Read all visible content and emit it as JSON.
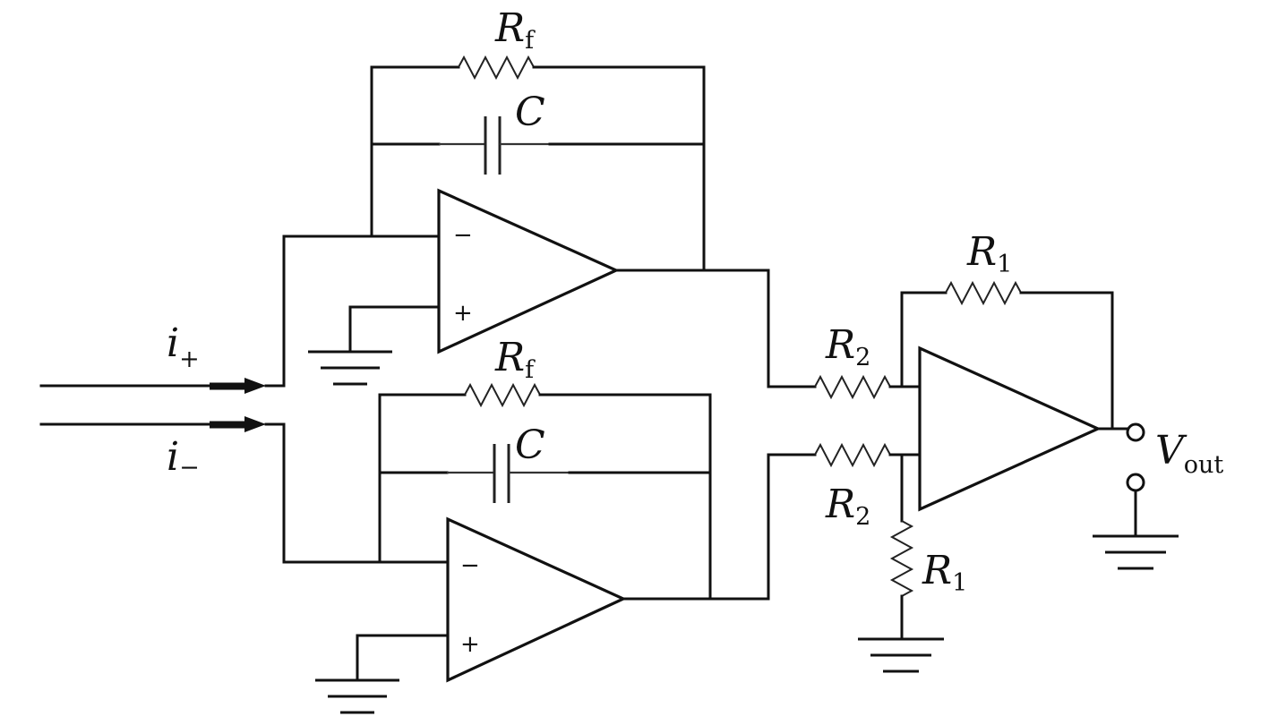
{
  "labels": {
    "rf_top": {
      "main": "R",
      "sub": "f"
    },
    "c_top": "C",
    "rf_bottom": {
      "main": "R",
      "sub": "f"
    },
    "c_bottom": "C",
    "r1_feedback": {
      "main": "R",
      "sub": "1"
    },
    "r2_top": {
      "main": "R",
      "sub": "2"
    },
    "r2_bottom": {
      "main": "R",
      "sub": "2"
    },
    "r1_ground": {
      "main": "R",
      "sub": "1"
    },
    "i_plus": {
      "main": "i",
      "sub": "+"
    },
    "i_minus": {
      "main": "i",
      "sub": "−"
    },
    "vout": {
      "main": "V",
      "sub": "out"
    }
  },
  "opamps": {
    "top": {
      "minus": "−",
      "plus": "+"
    },
    "bottom": {
      "minus": "−",
      "plus": "+"
    }
  }
}
